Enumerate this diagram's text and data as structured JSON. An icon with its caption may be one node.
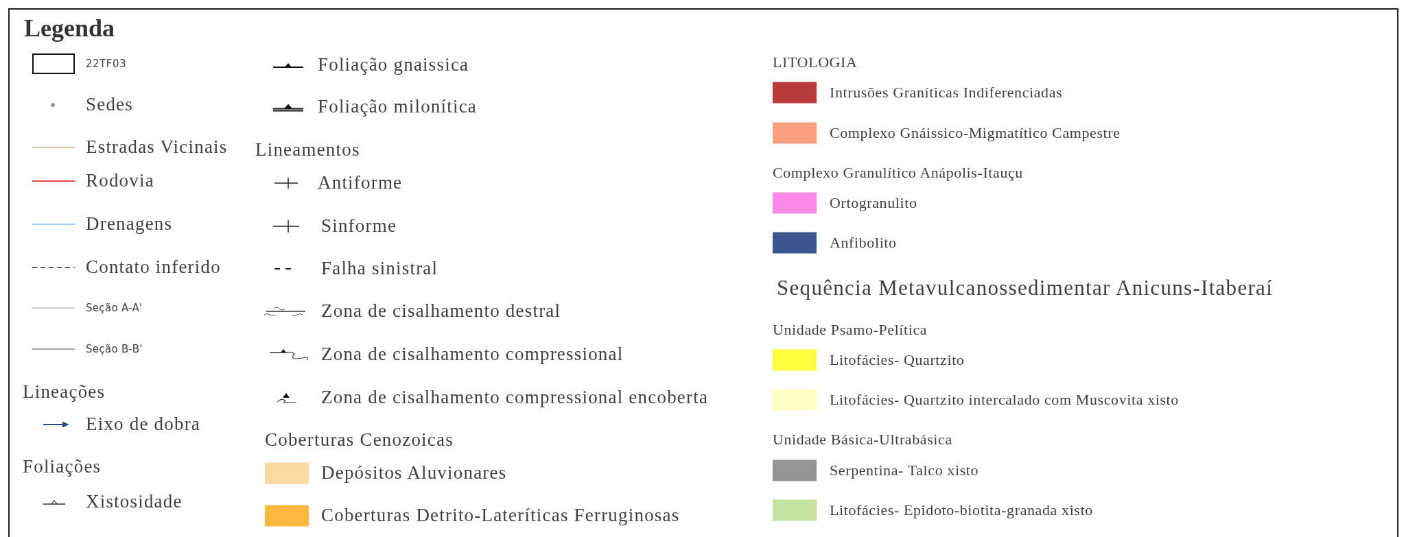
{
  "diagram": {
    "title": "Legenda",
    "labels": [
      "Lineações",
      "Foliações",
      "Lineamentos",
      "Coberturas Cenozoicas",
      "LITOLOGIA",
      "Complexo Granulítico Anápolis-Itauçu",
      "Sequência Metavulcanossedimentar Anicuns-Itaberaí",
      "Unidade Psamo-Pelítica",
      "Unidade Básica-Ultrabásica"
    ],
    "legend": [
      {
        "text": "22TF03"
      },
      {
        "text": "Sedes"
      },
      {
        "text": "Estradas Vicinais"
      },
      {
        "text": "Rodovia"
      },
      {
        "text": "Drenagens"
      },
      {
        "text": "Contato inferido"
      },
      {
        "text": "Seção A-A'"
      },
      {
        "text": "Seção B-B'"
      },
      {
        "text": "Eixo de dobra"
      },
      {
        "text": "Xistosidade"
      },
      {
        "text": "Foliação gnaissica"
      },
      {
        "text": "Foliação milonítica"
      },
      {
        "text": "Antiforme"
      },
      {
        "text": "Sinforme"
      },
      {
        "text": "Falha sinistral"
      },
      {
        "text": "Zona de cisalhamento destral"
      },
      {
        "text": "Zona de cisalhamento compressional"
      },
      {
        "text": "Zona de cisalhamento compressional encoberta"
      },
      {
        "text": "Depósitos Aluvionares",
        "color": "#fbd9a3"
      },
      {
        "text": "Coberturas Detrito-Lateríticas Ferruginosas",
        "color": "#fdb83d"
      },
      {
        "text": "Intrusões Graníticas Indiferenciadas",
        "color": "#b83c3c"
      },
      {
        "text": "Complexo Gnáissico-Migmatítico Campestre",
        "color": "#f99f80"
      },
      {
        "text": "Ortogranulito",
        "color": "#f98ae6"
      },
      {
        "text": "Anfibolito",
        "color": "#3a5590"
      },
      {
        "text": "Litofácies- Quartzito",
        "color": "#ffff40"
      },
      {
        "text": "Litofácies- Quartzito intercalado com Muscovita xisto",
        "color": "#ffffc8"
      },
      {
        "text": "Serpentina- Talco xisto",
        "color": "#959595"
      },
      {
        "text": "Litofácies- Epidoto-biotita-granada xisto",
        "color": "#c4e3a0"
      }
    ]
  }
}
